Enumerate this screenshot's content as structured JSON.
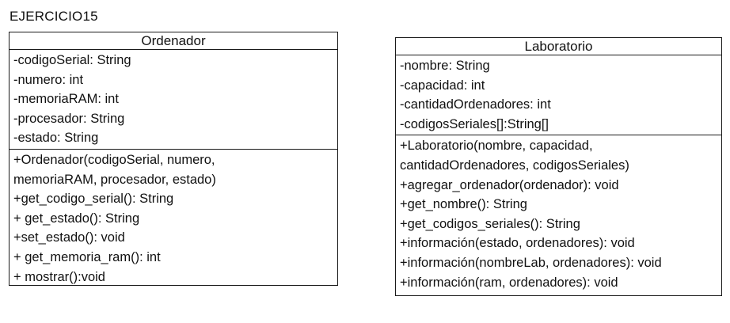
{
  "title": "EJERCICIO15",
  "classes": {
    "ordenador": {
      "name": "Ordenador",
      "attributes": [
        "-codigoSerial: String",
        "-numero: int",
        "-memoriaRAM: int",
        "-procesador: String",
        "-estado: String"
      ],
      "methods": [
        "+Ordenador(codigoSerial, numero,",
        "memoriaRAM, procesador, estado)",
        "+get_codigo_serial(): String",
        "+ get_estado(): String",
        "+set_estado(): void",
        "+ get_memoria_ram(): int",
        "+ mostrar():void"
      ]
    },
    "laboratorio": {
      "name": "Laboratorio",
      "attributes": [
        "-nombre: String",
        "-capacidad: int",
        "-cantidadOrdenadores: int",
        "-codigosSeriales[]:String[]"
      ],
      "methods": [
        "+Laboratorio(nombre, capacidad,",
        "cantidadOrdenadores, codigosSeriales)",
        "+agregar_ordenador(ordenador): void",
        "+get_nombre(): String",
        "+get_codigos_seriales(): String",
        "+información(estado, ordenadores): void",
        "+información(nombreLab, ordenadores): void",
        "+información(ram, ordenadores): void"
      ]
    }
  }
}
